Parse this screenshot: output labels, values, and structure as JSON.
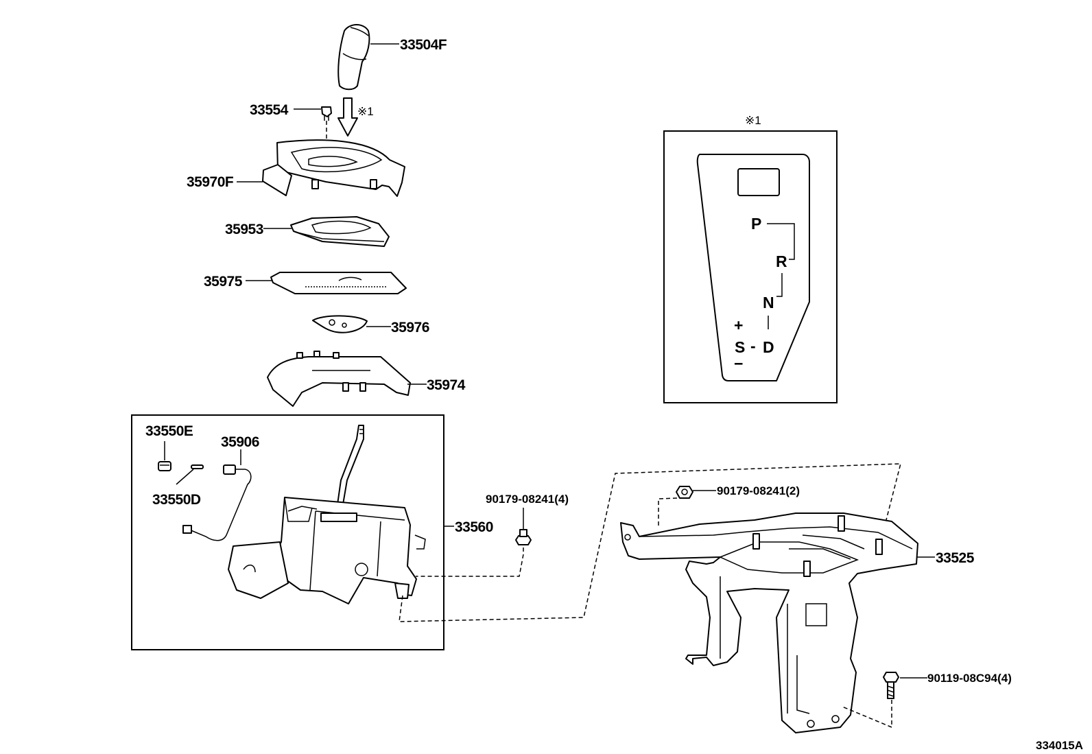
{
  "parts": {
    "p33504F": "33504F",
    "p33554": "33554",
    "p35970F": "35970F",
    "p35953": "35953",
    "p35975": "35975",
    "p35976": "35976",
    "p35974": "35974",
    "p33550E": "33550E",
    "p35906": "35906",
    "p33550D": "33550D",
    "p33560": "33560",
    "p90179a": "90179-08241(4)",
    "p90179b": "90179-08241(2)",
    "p33525": "33525",
    "p90119": "90119-08C94(4)"
  },
  "inset": {
    "ref_mark": "※1",
    "gate": {
      "p": "P",
      "r": "R",
      "n": "N",
      "plus": "+",
      "s": "S",
      "dash": "-",
      "d": "D",
      "minus": "−"
    }
  },
  "arrow_ref": "※1",
  "figure_id": "334015A"
}
